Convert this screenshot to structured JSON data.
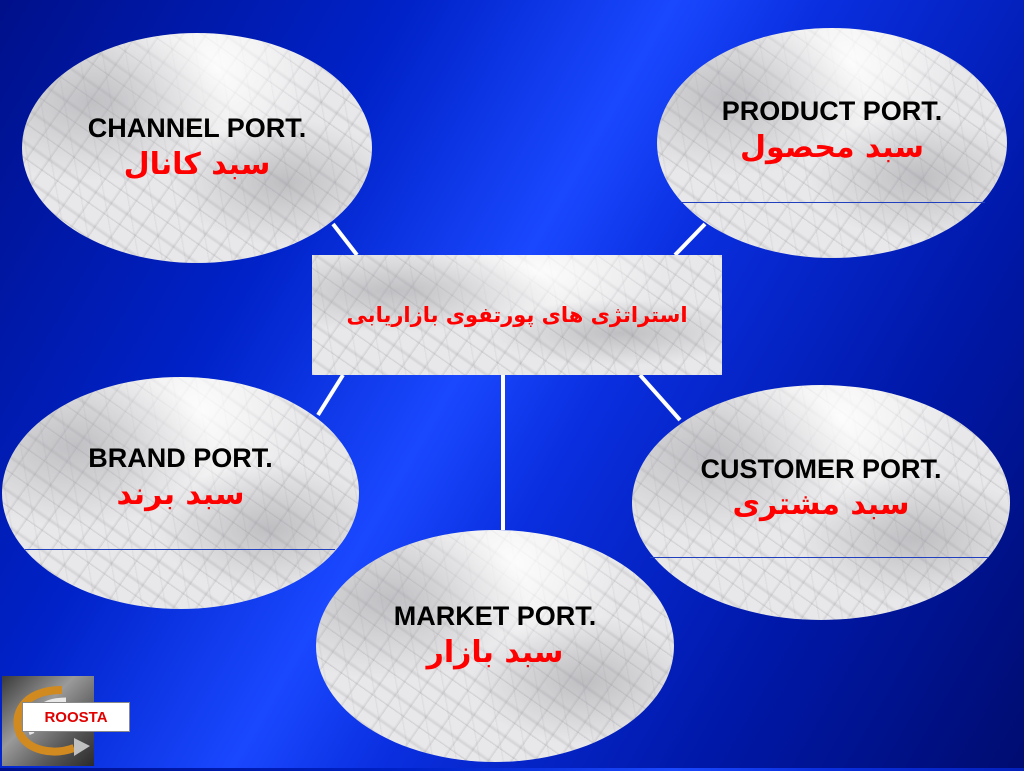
{
  "center": {
    "label": "استراتژی های پورتفوی بازاریابی"
  },
  "nodes": {
    "channel": {
      "en": "CHANNEL PORT.",
      "fa": "سبد كانال"
    },
    "product": {
      "en": "PRODUCT PORT.",
      "fa": "سبد محصول"
    },
    "brand": {
      "en": "BRAND PORT.",
      "fa": "سبد برند"
    },
    "customer": {
      "en": "CUSTOMER PORT.",
      "fa": "سبد مشتری"
    },
    "market": {
      "en": "MARKET PORT.",
      "fa": "سبد بازار"
    }
  },
  "logo": {
    "label": "ROOSTA"
  },
  "colors": {
    "background": "#0022c8",
    "english_text": "#000000",
    "persian_text": "#ff0000",
    "connector": "#ffffff"
  }
}
